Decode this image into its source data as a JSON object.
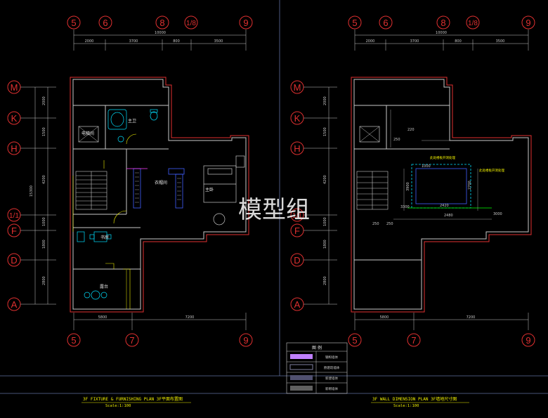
{
  "axis_labels": {
    "top_left": [
      "5",
      "6",
      "8",
      "1/8",
      "9"
    ],
    "top_right": [
      "5",
      "6",
      "8",
      "1/8",
      "9"
    ],
    "bottom_left": [
      "5",
      "7",
      "9"
    ],
    "bottom_right": [
      "5",
      "7",
      "9"
    ],
    "side_left": [
      "M",
      "K",
      "H",
      "1/1",
      "F",
      "D",
      "A"
    ],
    "side_right": [
      "M",
      "K",
      "H",
      "1/1",
      "F",
      "D",
      "A"
    ]
  },
  "top_dims_left": {
    "total": "10000",
    "segments": [
      "2000",
      "3700",
      "800",
      "3500"
    ]
  },
  "top_dims_right": {
    "total": "10000",
    "segments": [
      "2000",
      "3700",
      "800",
      "3500"
    ]
  },
  "bottom_dims_left": [
    "5800",
    "7200"
  ],
  "bottom_dims_right": [
    "5800",
    "7200"
  ],
  "side_dims_left": {
    "total": "15300",
    "segments": [
      "2000",
      "1500",
      "4200",
      "1000",
      "1800",
      "2800"
    ]
  },
  "side_dims_right": {
    "segments": [
      "2000",
      "1500",
      "4200",
      "1000",
      "1800",
      "2800"
    ]
  },
  "rooms_left": {
    "master_bath": "主卫",
    "elevator": "电梯间",
    "closet": "衣帽间",
    "master_bedroom": "主卧",
    "study": "书房",
    "terrace": "露台"
  },
  "notes_right": {
    "skylight_a": "此处楼板开洞处理",
    "skylight_b": "此处楼板开洞处理",
    "dims": [
      "220",
      "250",
      "2420",
      "3900",
      "2480",
      "3000",
      "2700",
      "250",
      "250",
      "1000",
      "3300"
    ]
  },
  "titles": {
    "left_title": "3F FIXTURE & FURNISHING PLAN  3F平面布置图",
    "left_scale": "Scale:1:100",
    "right_title": "3F WALL DIMENSION PLAN  3F墙地尺寸图",
    "right_scale": "Scale:1:100"
  },
  "legend": {
    "header": "图  例",
    "items": [
      "钢构墙体",
      "原建筑墙体",
      "新建墙体",
      "新砌墙体"
    ],
    "swatch_colors": [
      "#c080ff",
      "#8080a0",
      "#505070",
      "#606060"
    ]
  },
  "watermark": "模型组",
  "colors": {
    "wall": "#c8c8c8",
    "wall_red": "#e03030",
    "furniture": "#00e0ff",
    "door": "#f0f000",
    "accent_magenta": "#ff40ff",
    "accent_green": "#00ff00",
    "accent_blue": "#4060ff",
    "hatch": "#e03030"
  }
}
